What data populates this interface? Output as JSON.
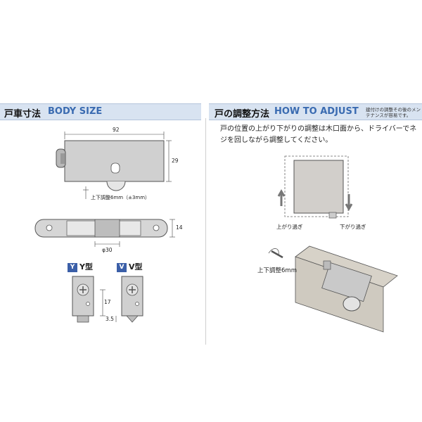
{
  "body_size": {
    "title_jp": "戸車寸法",
    "title_en": "BODY SIZE",
    "dim_width": "92",
    "dim_height": "29",
    "adjust_note": "上下調整6mm（±3mm）",
    "dim_depth": "14",
    "dim_wheel": "φ30",
    "types": [
      {
        "icon": "Y",
        "label": "Y型"
      },
      {
        "icon": "V",
        "label": "V型"
      }
    ],
    "dim_17": "17",
    "dim_35": "3.5"
  },
  "how_to_adjust": {
    "title_jp": "戸の調整方法",
    "title_en": "HOW TO ADJUST",
    "note": "建付けの調整その後のメンテナンスが容易です。",
    "description": "戸の位置の上がり下がりの調整は木口面から、ドライバーでネジを回しながら調整してください。",
    "label_up": "上がり過ぎ",
    "label_down": "下がり過ぎ",
    "label_adjust": "上下調整6mm"
  },
  "colors": {
    "header_bg": "#d8e3f1",
    "accent_blue": "#3a6bb1",
    "part_gray": "#c8c8c8"
  }
}
